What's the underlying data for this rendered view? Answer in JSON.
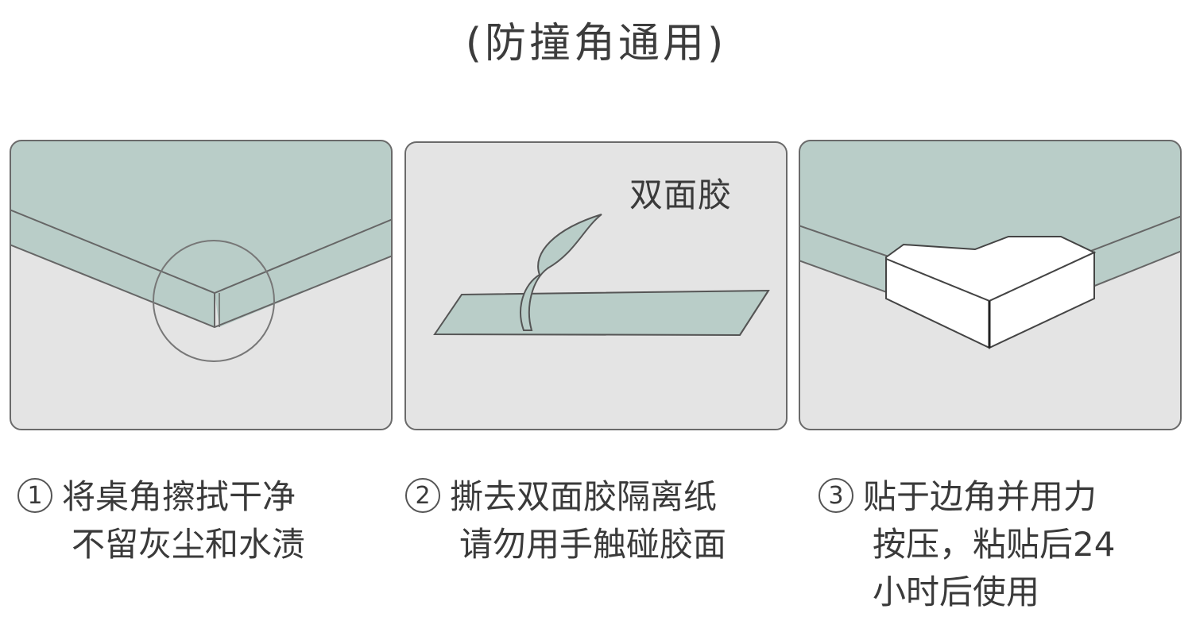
{
  "title": "(防撞角通用)",
  "colors": {
    "panel_bg": "#e4e4e4",
    "table_top": "#b9cdc8",
    "panel_border": "#6a6a6a",
    "corner_guard": "#ffffff"
  },
  "panels": [
    {
      "icon": "table-corner-circle-illustration"
    },
    {
      "icon": "double-sided-tape-peel-illustration",
      "label": "双面胶"
    },
    {
      "icon": "corner-guard-applied-illustration"
    }
  ],
  "steps": [
    {
      "num": "1",
      "line1": "将桌角擦拭干净",
      "line2": "不留灰尘和水渍"
    },
    {
      "num": "2",
      "line1": "撕去双面胶隔离纸",
      "line2": "请勿用手触碰胶面"
    },
    {
      "num": "3",
      "line1": "贴于边角并用力",
      "line2": "按压，粘贴后24",
      "line3": "小时后使用"
    }
  ]
}
